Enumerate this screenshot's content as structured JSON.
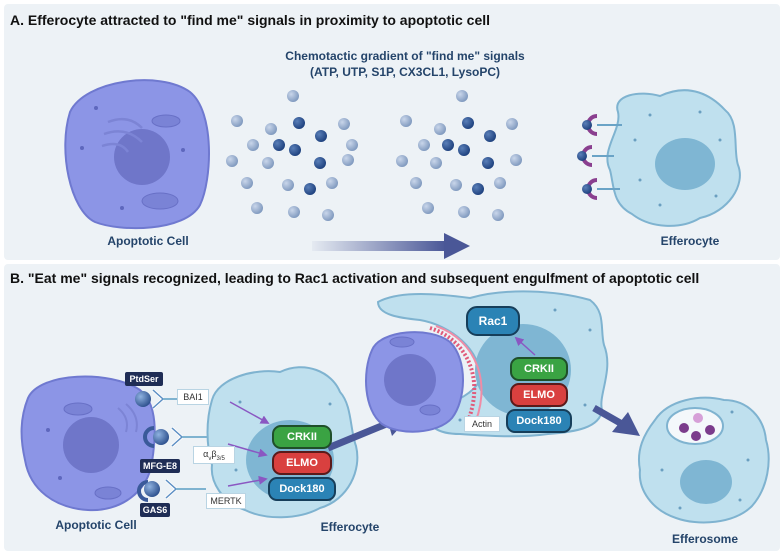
{
  "panel_a": {
    "title": "A. Efferocyte attracted to \"find me\" signals in proximity to apoptotic cell",
    "gradient_title_line1": "Chemotactic gradient of \"find me\" signals",
    "gradient_title_line2": "(ATP, UTP, S1P, CX3CL1, LysoPC)",
    "apoptotic_label": "Apoptotic Cell",
    "efferocyte_label": "Efferocyte"
  },
  "panel_b": {
    "title": "B. \"Eat me\" signals recognized, leading to Rac1 activation and subsequent engulfment of apoptotic cell",
    "apoptotic_label": "Apoptotic Cell",
    "efferocyte_label": "Efferocyte",
    "efferosome_label": "Efferosome",
    "ptdser": "PtdSer",
    "mfge8": "MFG-E8",
    "gas6": "GAS6",
    "bai1": "BAI1",
    "integrin_alpha": "α",
    "integrin_alpha_sub": "v",
    "integrin_beta": "β",
    "integrin_beta_sub": "3/5",
    "mertk": "MERTK",
    "crkii": "CRKII",
    "elmo": "ELMO",
    "dock180": "Dock180",
    "rac1": "Rac1",
    "actin": "Actin"
  },
  "colors": {
    "panel_bg": "#edf2f6",
    "apoptotic_cell": "#8c95e6",
    "efferocyte_cell": "#bfe0ee",
    "crkii": "#3aa343",
    "elmo": "#d9403f",
    "dock180": "#2b83b5",
    "arrow": "#4a5797",
    "label_text": "#24446a"
  }
}
